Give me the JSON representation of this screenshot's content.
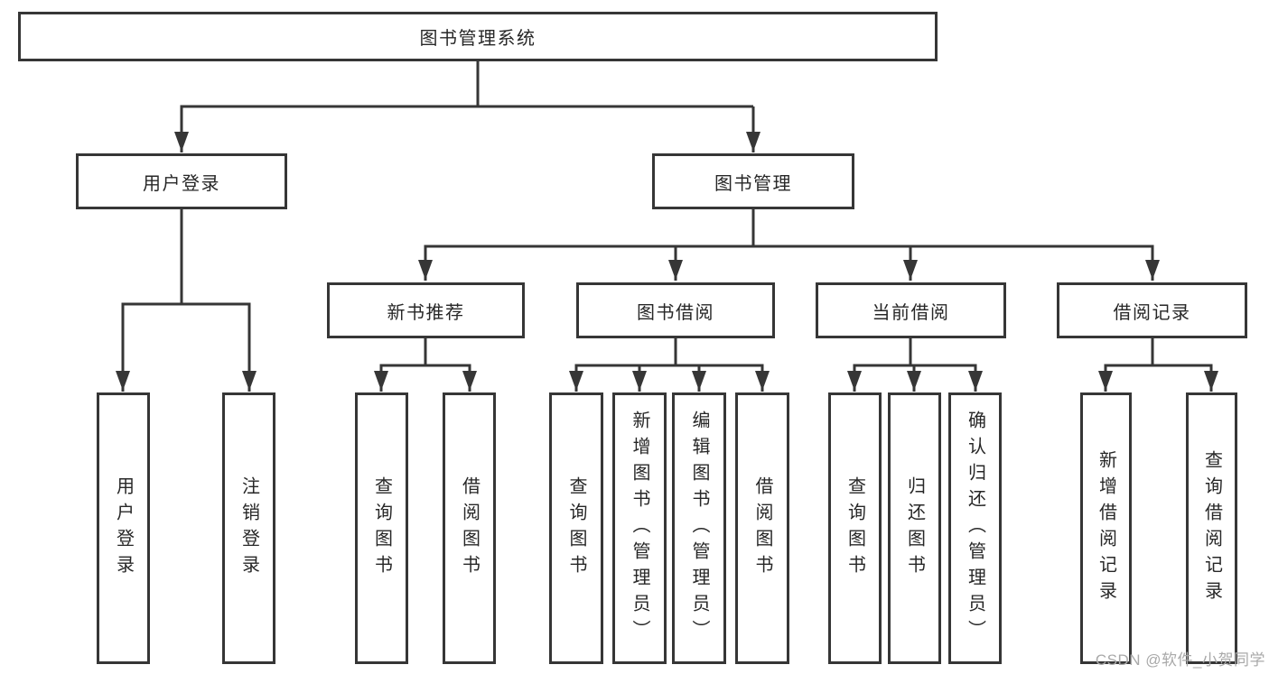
{
  "diagram": {
    "title": "图书管理系统",
    "colors": {
      "background": "#ffffff",
      "line": "#363636",
      "box_border": "#363636",
      "text": "#272727",
      "watermark": "#a9a9a9"
    },
    "tree": {
      "label": "图书管理系统",
      "children": [
        {
          "label": "用户登录",
          "children": [
            {
              "label": "用户登录"
            },
            {
              "label": "注销登录"
            }
          ]
        },
        {
          "label": "图书管理",
          "children": [
            {
              "label": "新书推荐",
              "children": [
                {
                  "label": "查询图书"
                },
                {
                  "label": "借阅图书"
                }
              ]
            },
            {
              "label": "图书借阅",
              "children": [
                {
                  "label": "查询图书"
                },
                {
                  "label": "新增图书（管理员）"
                },
                {
                  "label": "编辑图书（管理员）"
                },
                {
                  "label": "借阅图书"
                }
              ]
            },
            {
              "label": "当前借阅",
              "children": [
                {
                  "label": "查询图书"
                },
                {
                  "label": "归还图书"
                },
                {
                  "label": "确认归还（管理员）"
                }
              ]
            },
            {
              "label": "借阅记录",
              "children": [
                {
                  "label": "新增借阅记录"
                },
                {
                  "label": "查询借阅记录"
                }
              ]
            }
          ]
        }
      ]
    },
    "watermark": "CSDN @软件_小贺同学"
  }
}
